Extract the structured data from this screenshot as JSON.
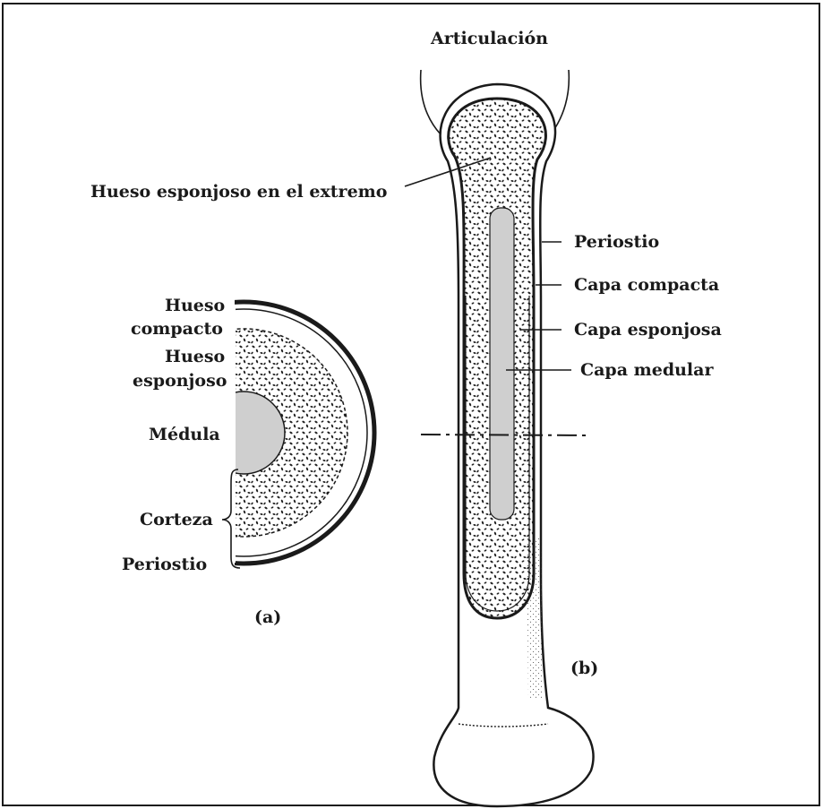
{
  "figure": {
    "title_top": "Articulación",
    "panel_a": {
      "label": "(a)",
      "labels": {
        "hueso_compacto_1": "Hueso",
        "hueso_compacto_2": "compacto",
        "hueso_esponjoso_1": "Hueso",
        "hueso_esponjoso_2": "esponjoso",
        "medula": "Médula",
        "corteza": "Corteza",
        "periostio": "Periostio"
      }
    },
    "panel_b": {
      "label": "(b)",
      "labels": {
        "hueso_extremo": "Hueso esponjoso en el extremo",
        "periostio": "Periostio",
        "capa_compacta": "Capa compacta",
        "capa_esponjosa": "Capa esponjosa",
        "capa_medular": "Capa medular"
      }
    },
    "colors": {
      "ink": "#1a1a1a",
      "marrow": "#cfcfcf",
      "background": "#ffffff"
    }
  }
}
